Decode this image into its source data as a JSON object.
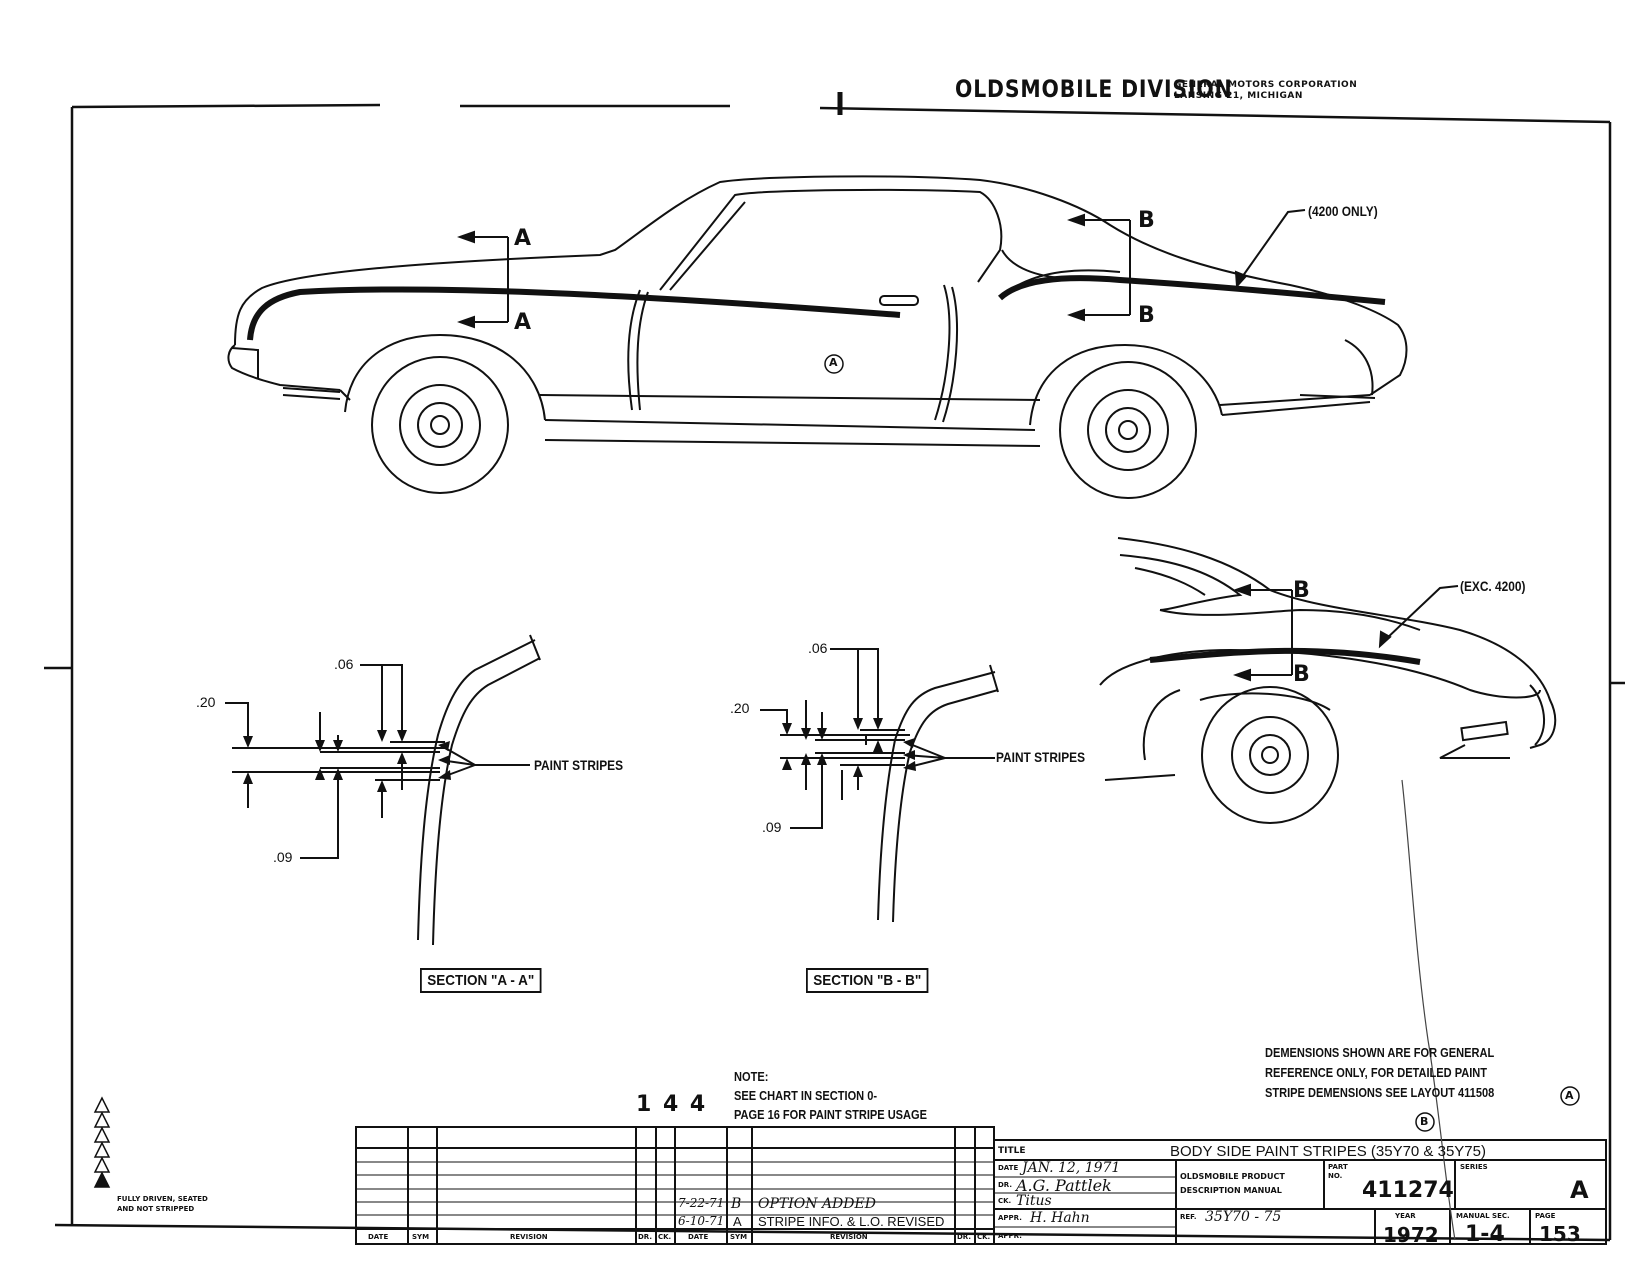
{
  "header": {
    "division": "OLDSMOBILE DIVISION",
    "corp_line1": "GENERAL MOTORS CORPORATION",
    "corp_line2": "LANSING 21, MICHIGAN"
  },
  "side_view": {
    "label_4200_only": "(4200 ONLY)",
    "section_a_top": "A",
    "section_a_bottom": "A",
    "section_b_top": "B",
    "section_b_bottom": "B",
    "circle_marker": "A"
  },
  "rear_view": {
    "label_exc_4200": "(EXC. 4200)",
    "section_b_top": "B",
    "section_b_bottom": "B"
  },
  "section_aa": {
    "dim_20": ".20",
    "dim_06": ".06",
    "dim_09": ".09",
    "paint_stripes": "PAINT STRIPES",
    "title": "SECTION \"A - A\""
  },
  "section_bb": {
    "dim_06": ".06",
    "dim_20": ".20",
    "dim_09": ".09",
    "paint_stripes": "PAINT STRIPES",
    "title": "SECTION \"B - B\""
  },
  "page_mark": "1 4 4",
  "note": {
    "heading": "NOTE:",
    "line1": "SEE CHART IN SECTION 0-",
    "line2": "PAGE 16 FOR PAINT STRIPE USAGE"
  },
  "dimension_note": {
    "line1": "DEMENSIONS SHOWN ARE FOR GENERAL",
    "line2": "REFERENCE ONLY, FOR DETAILED PAINT",
    "line3": "STRIPE DEMENSIONS SEE LAYOUT 411508",
    "circle_a": "A",
    "circle_b": "B"
  },
  "legend": {
    "line1": "FULLY DRIVEN, SEATED",
    "line2": "AND NOT STRIPPED"
  },
  "revision_block": {
    "headers": [
      "DATE",
      "SYM",
      "REVISION",
      "DR.",
      "CK."
    ],
    "entries": [
      {
        "date": "7-22-71",
        "sym": "B",
        "revision": "OPTION ADDED"
      },
      {
        "date": "6-10-71",
        "sym": "A",
        "revision": "STRIPE INFO. & L.O. REVISED"
      }
    ]
  },
  "title_block": {
    "title_label": "TITLE",
    "title": "BODY SIDE PAINT STRIPES (35Y70 & 35Y75)",
    "date_label": "DATE",
    "date_value": "JAN. 12, 1971",
    "dr_label": "DR.",
    "dr_value": "A.G. Pattlek",
    "ck_label": "CK.",
    "ck_value": "Titus",
    "appr_label": "APPR.",
    "appr_value": "H. Hahn",
    "appr2_label": "APPR.",
    "manual_line1": "OLDSMOBILE PRODUCT",
    "manual_line2": "DESCRIPTION MANUAL",
    "ref_label": "REF.",
    "ref_value": "35Y70 - 75",
    "part_no_label": "PART NO.",
    "part_no": "411274",
    "series_label": "SERIES",
    "series": "A",
    "year_label": "YEAR",
    "year": "1972",
    "manual_sec_label": "MANUAL SEC.",
    "manual_sec": "1-4",
    "page_label": "PAGE",
    "page": "153"
  }
}
